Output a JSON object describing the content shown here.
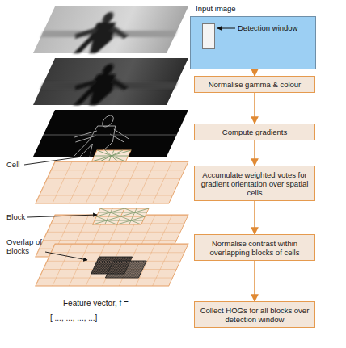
{
  "diagram": {
    "nodes": [
      {
        "text": [
          "Input image",
          "Detection window"
        ]
      },
      {
        "text": [
          "Normalise gamma & colour"
        ]
      },
      {
        "text": [
          "Compute gradients"
        ]
      },
      {
        "text": [
          "Accumulate weighted votes for gradient orientation over spatial cells"
        ]
      },
      {
        "text": [
          "Normalise contrast within overlapping blocks of cells"
        ]
      },
      {
        "text": [
          "Collect HOGs for all blocks over detection window"
        ]
      }
    ],
    "edges": [
      {
        "from": 0,
        "to": 1,
        "arrow": "to"
      },
      {
        "from": 1,
        "to": 2,
        "arrow": "to"
      },
      {
        "from": 2,
        "to": 3,
        "arrow": "to"
      },
      {
        "from": 3,
        "to": 4,
        "arrow": "to"
      },
      {
        "from": 4,
        "to": 5,
        "arrow": "to"
      }
    ],
    "labels": [
      "Cell",
      "Block",
      "Overlap of Blocks",
      "Feature vector, f =",
      "[ ..., ..., ..., ...]"
    ]
  }
}
